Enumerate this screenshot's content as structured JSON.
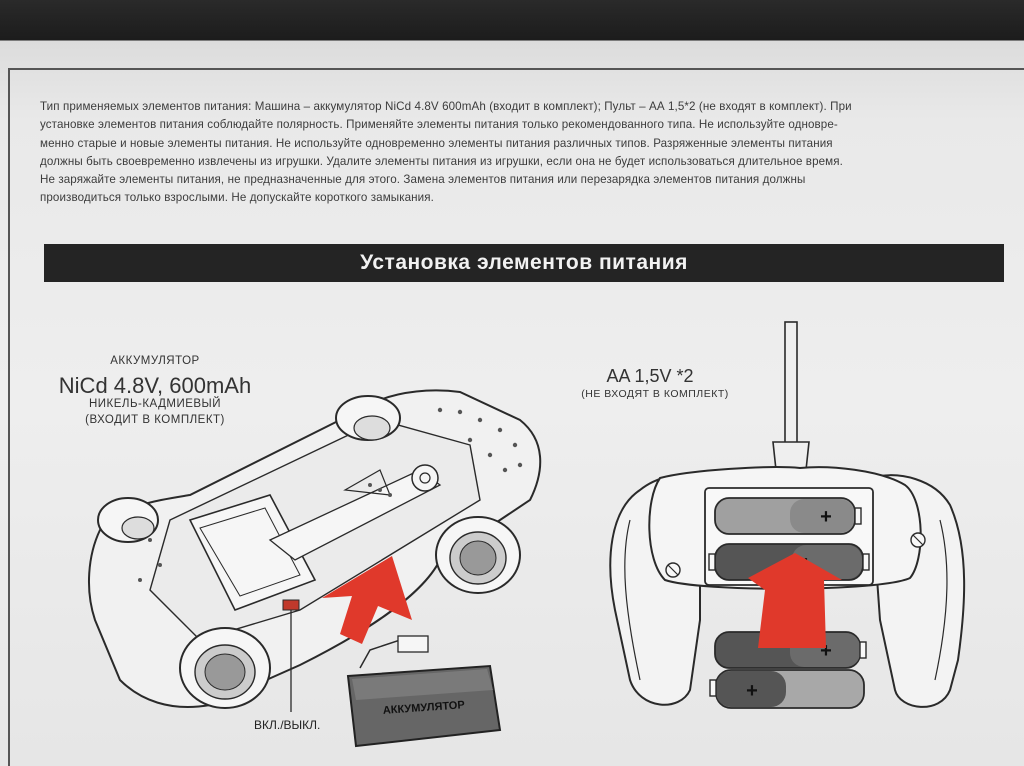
{
  "paragraph": [
    "Тип применяемых элементов питания: Машина – аккумулятор NiCd 4.8V 600mAh (входит в комплект); Пульт – АА 1,5*2 (не входят в комплект). При",
    "установке элементов питания соблюдайте полярность. Применяйте элементы питания только рекомендованного типа. Не используйте одновре-",
    "менно старые и новые элементы питания. Не используйте одновременно элементы питания различных типов. Разряженные элементы питания",
    "должны быть своевременно извлечены из игрушки. Удалите элементы питания из игрушки, если она не будет использоваться длительное время.",
    "Не заряжайте элементы питания, не предназначенные для этого. Замена элементов питания или перезарядка элементов питания должны",
    "производиться только взрослыми. Не допускайте короткого замыкания."
  ],
  "section_title": "Установка элементов питания",
  "car": {
    "label_type": "АККУМУЛЯТОР",
    "label_spec": "NiCd 4.8V, 600mAh",
    "label_chem": "НИКЕЛЬ-КАДМИЕВЫЙ",
    "label_included": "(ВХОДИТ В КОМПЛЕКТ)",
    "battery_pack_label": "АККУМУЛЯТОР",
    "switch_label": "ВКЛ./ВЫКЛ."
  },
  "remote": {
    "label_spec": "AA 1,5V *2",
    "label_included": "(НЕ ВХОДЯТ В КОМПЛЕКТ)",
    "plus_sign": "+"
  },
  "colors": {
    "arrow": "#e0392b",
    "banner": "#242424",
    "line": "#2a2a2a"
  }
}
